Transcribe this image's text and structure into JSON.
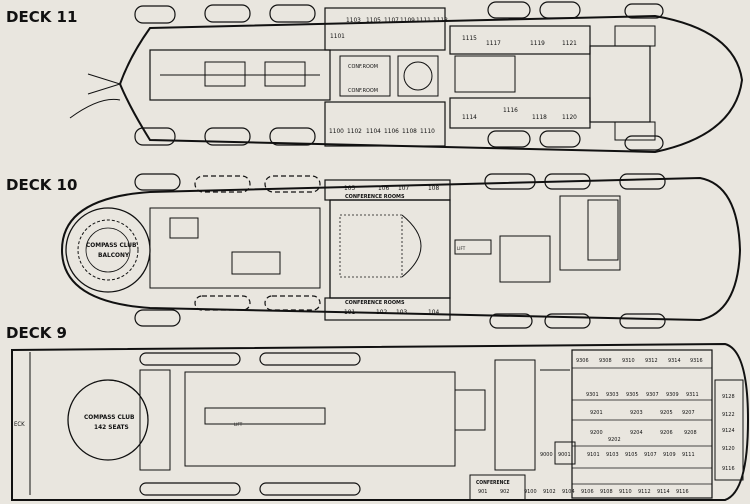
{
  "decks": [
    {
      "title": "DECK 11",
      "labels": {
        "conf_top": "CONF.ROOM",
        "conf_bottom": "CONF.ROOM"
      },
      "cabins_top": [
        "1103",
        "1105",
        "1107",
        "1109",
        "1111",
        "1113",
        "1115",
        "1117",
        "1119",
        "1121"
      ],
      "cabins_bottom": [
        "1100",
        "1102",
        "1104",
        "1106",
        "1108",
        "1110",
        "1114",
        "1116",
        "1118",
        "1120"
      ],
      "cabin_single": "1101"
    },
    {
      "title": "DECK 10",
      "labels": {
        "club": "COMPASS CLUB",
        "club_sub": "BALCONY",
        "conf_top": "CONFERENCE ROOMS",
        "conf_bottom": "CONFERENCE ROOMS",
        "lift": "LIFT"
      },
      "rooms_top": [
        "105",
        "106",
        "107",
        "108"
      ],
      "rooms_bottom": [
        "101",
        "102",
        "103",
        "104"
      ]
    },
    {
      "title": "DECK 9",
      "labels": {
        "club": "COMPASS CLUB",
        "club_sub": "142 SEATS",
        "conference": "CONFERENCE",
        "lift": "LIFT",
        "deck_edge": "ECK"
      },
      "rooms_conf": [
        "901",
        "902"
      ],
      "cabins_top_row": [
        "9306",
        "9308",
        "9310",
        "9312",
        "9314",
        "9316"
      ],
      "cabins_row2": [
        "9301",
        "9303",
        "9305",
        "9307",
        "9309",
        "9311"
      ],
      "cabins_row3": [
        "9201",
        "9203",
        "9205",
        "9207"
      ],
      "cabins_row4": [
        "9200",
        "9202",
        "9204",
        "9206",
        "9208"
      ],
      "cabins_row5": [
        "9101",
        "9103",
        "9105",
        "9107",
        "9109",
        "9111"
      ],
      "cabins_side": [
        "9128",
        "9122",
        "9124",
        "9120",
        "9116"
      ],
      "cabins_bottom": [
        "9100",
        "9102",
        "9104",
        "9106",
        "9108",
        "9110",
        "9112",
        "9114",
        "9116"
      ],
      "cabins_mid": [
        "9000",
        "9001"
      ]
    }
  ]
}
